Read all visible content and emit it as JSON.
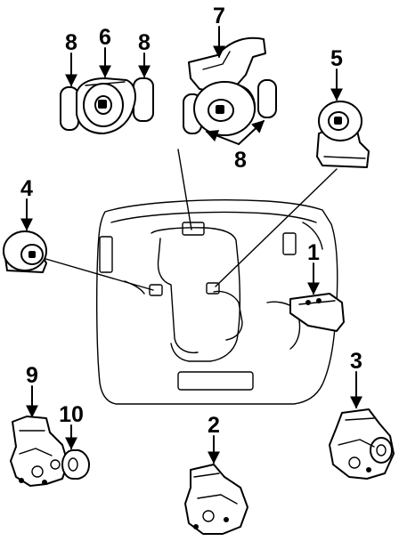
{
  "callouts": {
    "c1": "1",
    "c2": "2",
    "c3": "3",
    "c4": "4",
    "c5": "5",
    "c6": "6",
    "c7": "7",
    "c8a": "8",
    "c8b": "8",
    "c8c": "8",
    "c9": "9",
    "c10": "10"
  }
}
